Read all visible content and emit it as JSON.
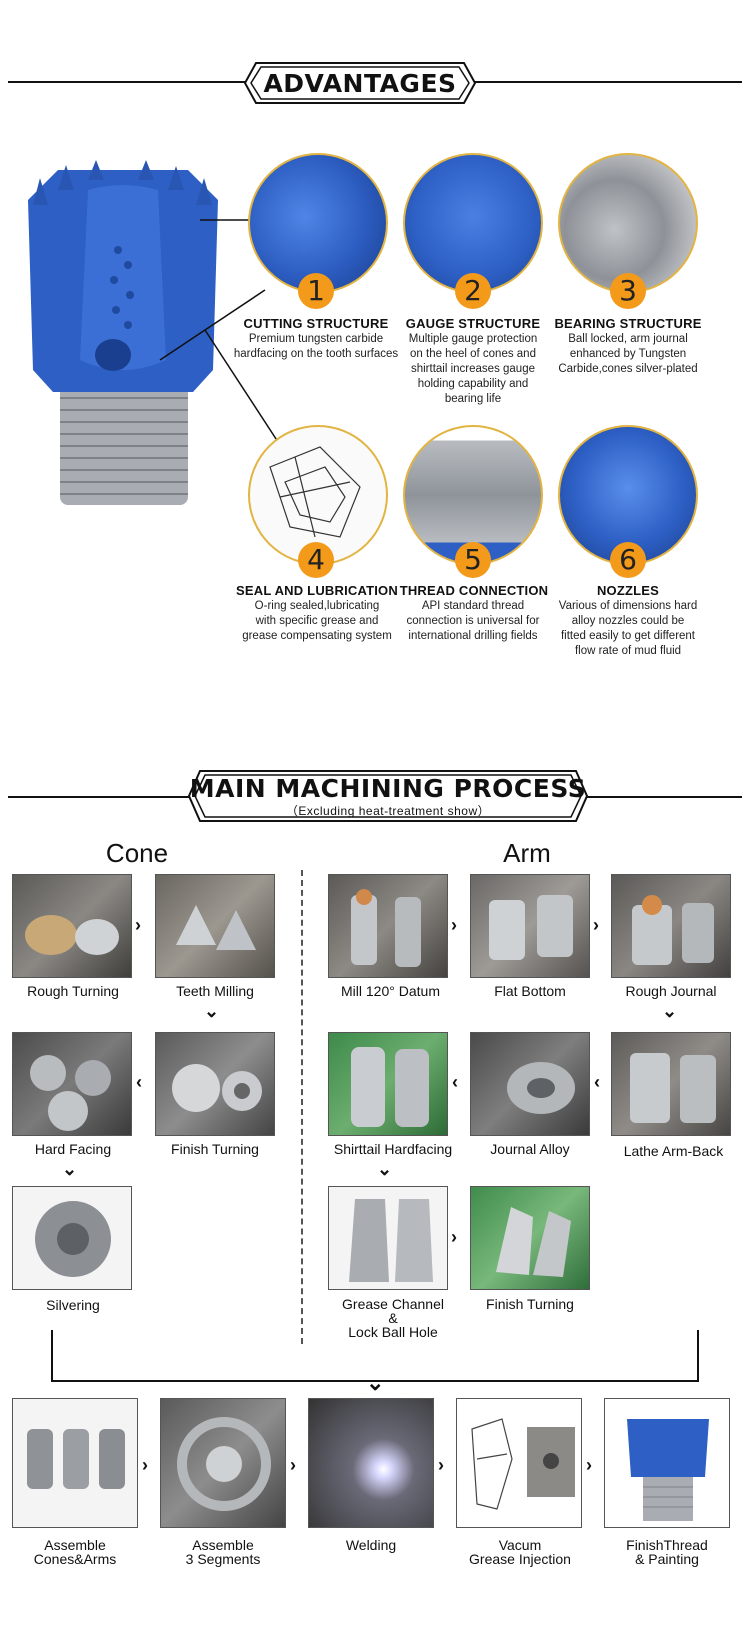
{
  "advantages": {
    "heading": "ADVANTAGES",
    "features": [
      {
        "number": "1",
        "title": "CUTTING STRUCTURE",
        "desc": [
          "Premium tungsten carbide",
          "hardfacing on the tooth surfaces"
        ]
      },
      {
        "number": "2",
        "title": "GAUGE STRUCTURE",
        "desc": [
          "Multiple gauge protection",
          "on the heel of cones and",
          "shirttail increases gauge",
          "holding capability and",
          "bearing life"
        ]
      },
      {
        "number": "3",
        "title": "BEARING STRUCTURE",
        "desc": [
          "Ball locked, arm journal",
          "enhanced by Tungsten",
          "Carbide,cones silver-plated"
        ]
      },
      {
        "number": "4",
        "title": "SEAL AND LUBRICATION",
        "desc": [
          "O-ring sealed,lubricating",
          "with specific grease and",
          "grease compensating system"
        ]
      },
      {
        "number": "5",
        "title": "THREAD CONNECTION",
        "desc": [
          "API standard thread",
          "connection is universal for",
          "international drilling fields"
        ]
      },
      {
        "number": "6",
        "title": "NOZZLES",
        "desc": [
          "Various of dimensions hard",
          "alloy nozzles could be",
          "fitted easily to get different",
          "flow rate of mud fluid"
        ]
      }
    ]
  },
  "process": {
    "heading": "MAIN MACHINING PROCESS",
    "subheading": "（Excluding heat-treatment show）",
    "cone": {
      "heading": "Cone",
      "steps": [
        "Rough Turning",
        "Teeth Milling",
        "Hard Facing",
        "Finish Turning",
        "Silvering"
      ]
    },
    "arm": {
      "heading": "Arm",
      "steps": [
        "Mill 120° Datum",
        "Flat Bottom",
        "Rough Journal",
        "Shirttail Hardfacing",
        "Journal Alloy",
        "Lathe Arm-Back",
        "Grease Channel",
        "&",
        "Lock Ball Hole",
        "Finish Turning"
      ]
    },
    "final": {
      "steps": [
        {
          "line1": "Assemble",
          "line2": "Cones&Arms"
        },
        {
          "line1": "Assemble",
          "line2": "3 Segments"
        },
        {
          "line1": "Welding",
          "line2": ""
        },
        {
          "line1": "Vacum",
          "line2": "Grease Injection"
        },
        {
          "line1": "FinishThread",
          "line2": "& Painting"
        }
      ]
    }
  },
  "colors": {
    "bit_blue": "#2d5fc4",
    "badge_orange": "#f39a1a",
    "circle_border": "#e2b443"
  }
}
